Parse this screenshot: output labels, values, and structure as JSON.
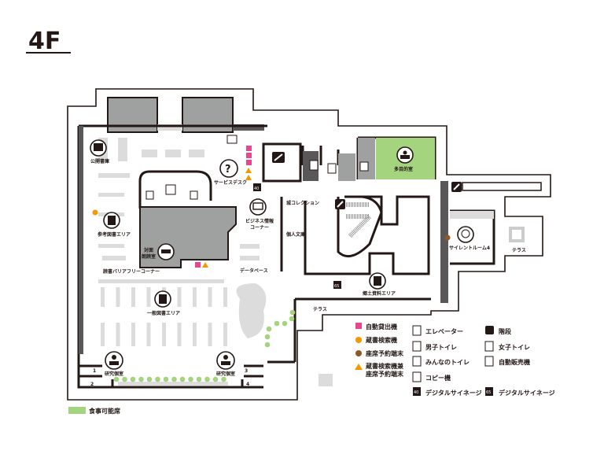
{
  "floor": "4F",
  "rooms": {
    "open_stacks": "公開書庫",
    "service_desk": "サービスデスク",
    "reference_area": "参考図書エリア",
    "reading_room": [
      "対面",
      "朗読室"
    ],
    "barrier_free": "読書バリアフリーコーナー",
    "business": [
      "ビジネス情報",
      "コーナー"
    ],
    "database": "データベース",
    "castle_collection": "城コレクション",
    "personal_library": "個人文庫",
    "multipurpose": "多目的室",
    "silent_room": "サイレントルーム4",
    "terrace_right": "テラス",
    "terrace_bottom": "テラス",
    "local_area": "郷土資料エリア",
    "general_area": "一般図書エリア",
    "study_left": "研究個室",
    "study_right": "研究個室",
    "study_numbers": [
      "1",
      "2",
      "3",
      "4"
    ]
  },
  "signage": {
    "a": "40",
    "b": "65"
  },
  "legend": {
    "self_checkout": "自動貸出機",
    "opac": "蔵書検索機",
    "seat_terminal": "座席予約端末",
    "opac_seat": [
      "蔵書検索機兼",
      "座席予約端末"
    ],
    "elevator": "エレベーター",
    "mens": "男子トイレ",
    "accessible": "みんなのトイレ",
    "copier": "コピー機",
    "signage40": "デジタルサイネージ",
    "stairs": "階段",
    "womens": "女子トイレ",
    "vending": "自動販売機",
    "signage65": "デジタルサイネージ",
    "food_ok": "食事可能席"
  },
  "colors": {
    "self_checkout": "#e8468f",
    "opac": "#f39800",
    "seat_terminal": "#8c5a2a",
    "food": "#a5d47e",
    "wall": "#231815"
  }
}
